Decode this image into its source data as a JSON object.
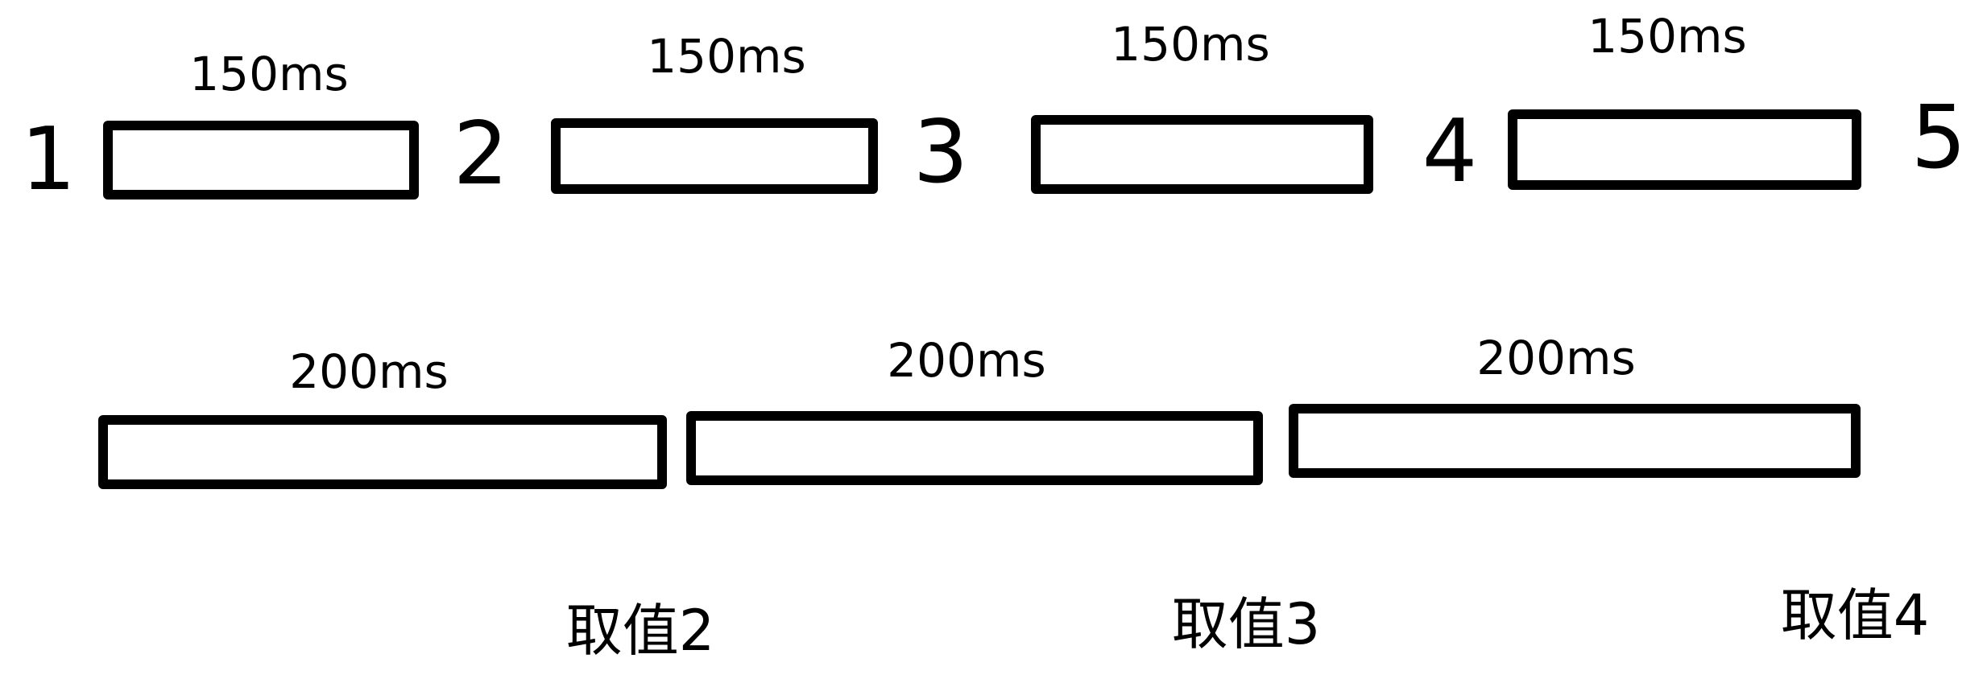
{
  "top_row": {
    "markers": [
      "1",
      "2",
      "3",
      "4",
      "5"
    ],
    "intervals": [
      {
        "label": "150ms"
      },
      {
        "label": "150ms"
      },
      {
        "label": "150ms"
      },
      {
        "label": "150ms"
      }
    ]
  },
  "bottom_row": {
    "intervals": [
      {
        "label": "200ms"
      },
      {
        "label": "200ms"
      },
      {
        "label": "200ms"
      }
    ]
  },
  "samples": [
    {
      "label": "取值2"
    },
    {
      "label": "取值3"
    },
    {
      "label": "取值4"
    }
  ],
  "colors": {
    "stroke": "#000000",
    "text": "#000000",
    "background": "#ffffff"
  }
}
